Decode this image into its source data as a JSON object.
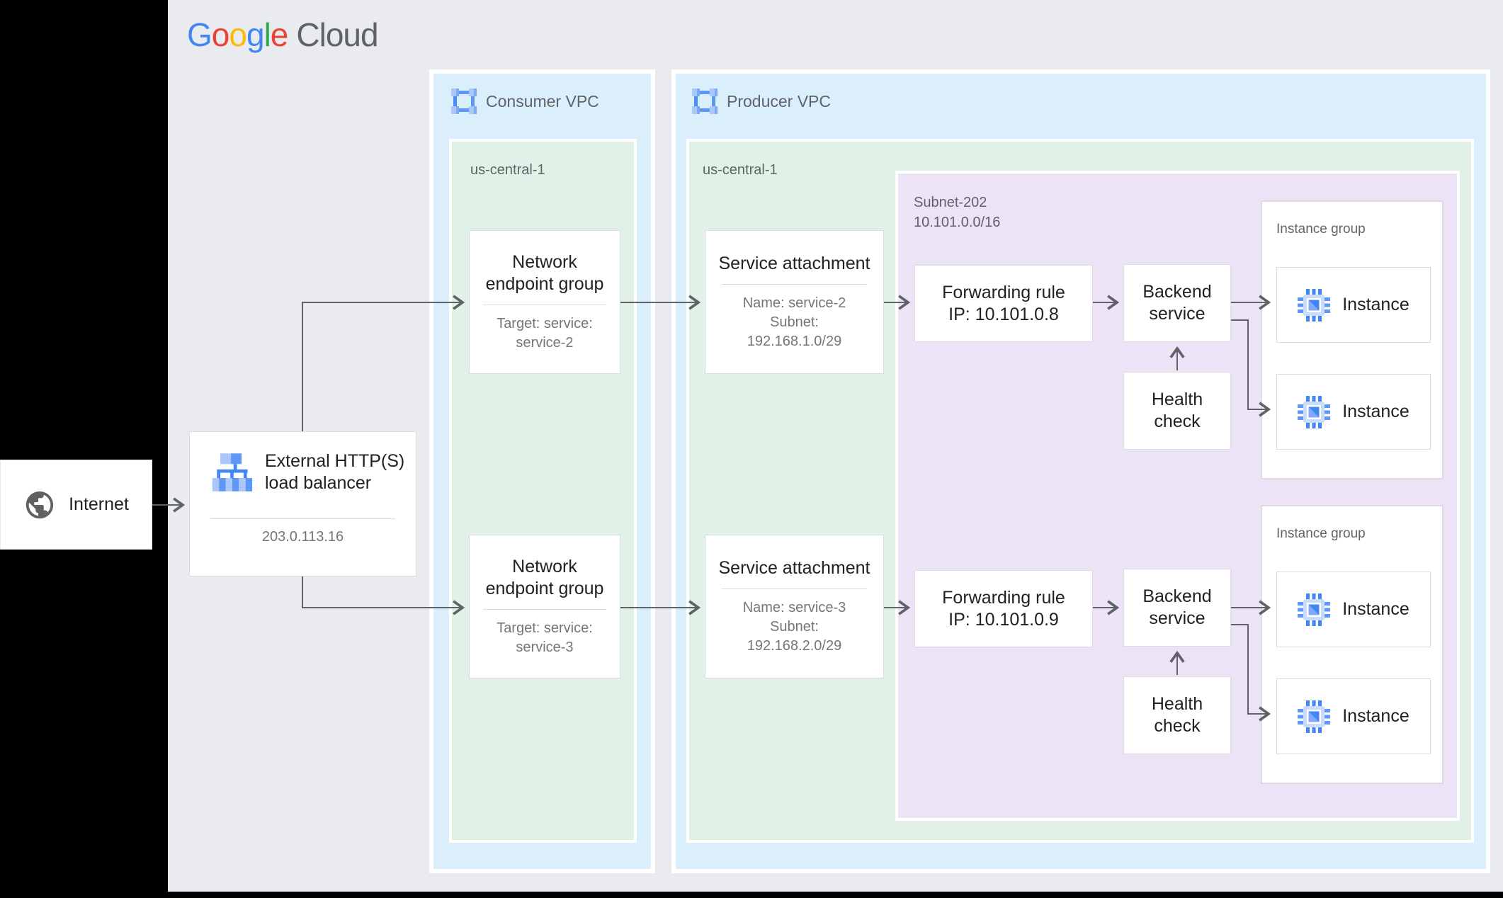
{
  "header": {
    "logo_letters": [
      {
        "ch": "G",
        "color": "#4285F4"
      },
      {
        "ch": "o",
        "color": "#EA4335"
      },
      {
        "ch": "o",
        "color": "#FBBC05"
      },
      {
        "ch": "g",
        "color": "#4285F4"
      },
      {
        "ch": "l",
        "color": "#34A853"
      },
      {
        "ch": "e",
        "color": "#EA4335"
      }
    ],
    "logo_cloud": "Cloud"
  },
  "internet": {
    "label": "Internet"
  },
  "load_balancer": {
    "title_lines": [
      "External HTTP(S)",
      "load balancer"
    ],
    "ip": "203.0.113.16"
  },
  "consumer_vpc": {
    "label": "Consumer VPC",
    "region_label": "us-central-1",
    "neg_top": {
      "title_lines": [
        "Network",
        "endpoint group"
      ],
      "detail_lines": [
        "Target: service:",
        "service-2"
      ]
    },
    "neg_bottom": {
      "title_lines": [
        "Network",
        "endpoint group"
      ],
      "detail_lines": [
        "Target: service:",
        "service-3"
      ]
    }
  },
  "producer_vpc": {
    "label": "Producer VPC",
    "region_label": "us-central-1",
    "sa_top": {
      "title": "Service attachment",
      "detail_lines": [
        "Name: service-2",
        "Subnet:",
        "192.168.1.0/29"
      ]
    },
    "sa_bottom": {
      "title": "Service attachment",
      "detail_lines": [
        "Name: service-3",
        "Subnet:",
        "192.168.2.0/29"
      ]
    },
    "subnet": {
      "label_lines": [
        "Subnet-202",
        "10.101.0.0/16"
      ],
      "forwarding_rule_top": {
        "lines": [
          "Forwarding rule",
          "IP: 10.101.0.8"
        ]
      },
      "forwarding_rule_bottom": {
        "lines": [
          "Forwarding rule",
          "IP: 10.101.0.9"
        ]
      },
      "backend_service_top": {
        "lines": [
          "Backend",
          "service"
        ]
      },
      "backend_service_bottom": {
        "lines": [
          "Backend",
          "service"
        ]
      },
      "health_check_top": {
        "lines": [
          "Health",
          "check"
        ]
      },
      "health_check_bottom": {
        "lines": [
          "Health",
          "check"
        ]
      }
    },
    "instance_group_top": {
      "label": "Instance group",
      "instances": [
        "Instance",
        "Instance"
      ]
    },
    "instance_group_bottom": {
      "label": "Instance group",
      "instances": [
        "Instance",
        "Instance"
      ]
    }
  },
  "colors": {
    "canvas": "#e9ebee",
    "vpc_fill": "#dbeefb",
    "region_fill": "#e2f1e8",
    "subnet_fill": "#ece4f6",
    "node_border": "#dadce0",
    "arrow": "#5f6368",
    "title_text": "#202124",
    "secondary_text": "#757575",
    "label_text": "#5f6368",
    "brand_blue": "#4285F4",
    "brand_red": "#EA4335",
    "brand_yellow": "#FBBC05",
    "brand_green": "#34A853"
  }
}
